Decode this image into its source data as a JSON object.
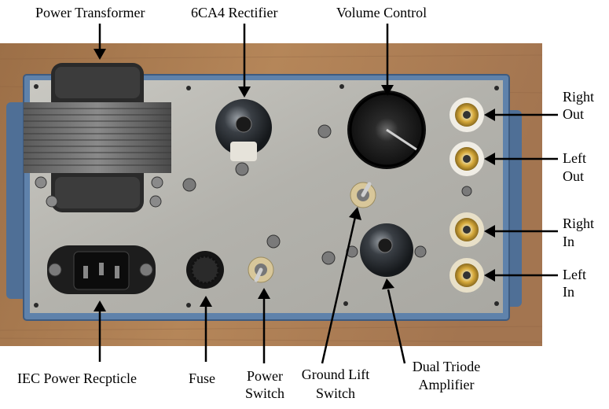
{
  "labels": {
    "power_transformer": "Power Transformer",
    "rectifier": "6CA4 Rectifier",
    "volume_control": "Volume Control",
    "right_out_1": "Right",
    "right_out_2": "Out",
    "left_out_1": "Left",
    "left_out_2": "Out",
    "right_in_1": "Right",
    "right_in_2": "In",
    "left_in_1": "Left",
    "left_in_2": "In",
    "iec": "IEC Power Recpticle",
    "fuse": "Fuse",
    "power_switch_1": "Power",
    "power_switch_2": "Switch",
    "ground_lift_1": "Ground Lift",
    "ground_lift_2": "Switch",
    "dual_triode_1": "Dual Triode",
    "dual_triode_2": "Amplifier"
  },
  "colors": {
    "wood": "#a8794f",
    "chassis_blue": "#5878a0",
    "panel_metal": "#b9b8b2",
    "jack_gold": "#d8b040",
    "knob_black": "#1a1a1a"
  }
}
